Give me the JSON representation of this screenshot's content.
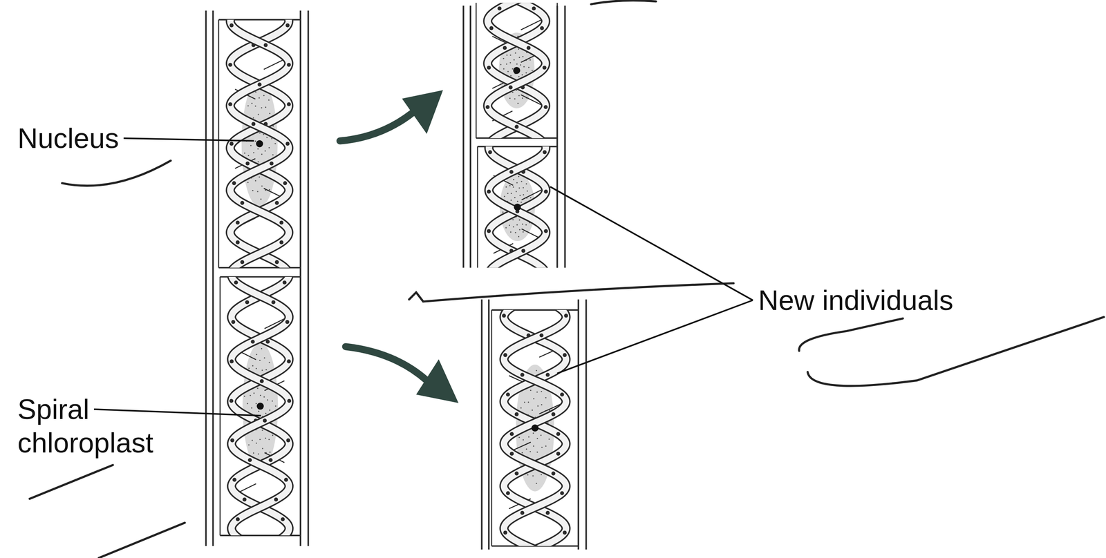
{
  "diagram": {
    "labels": [
      "Nucleus",
      "Spiral chloroplast",
      "New individuals"
    ]
  }
}
